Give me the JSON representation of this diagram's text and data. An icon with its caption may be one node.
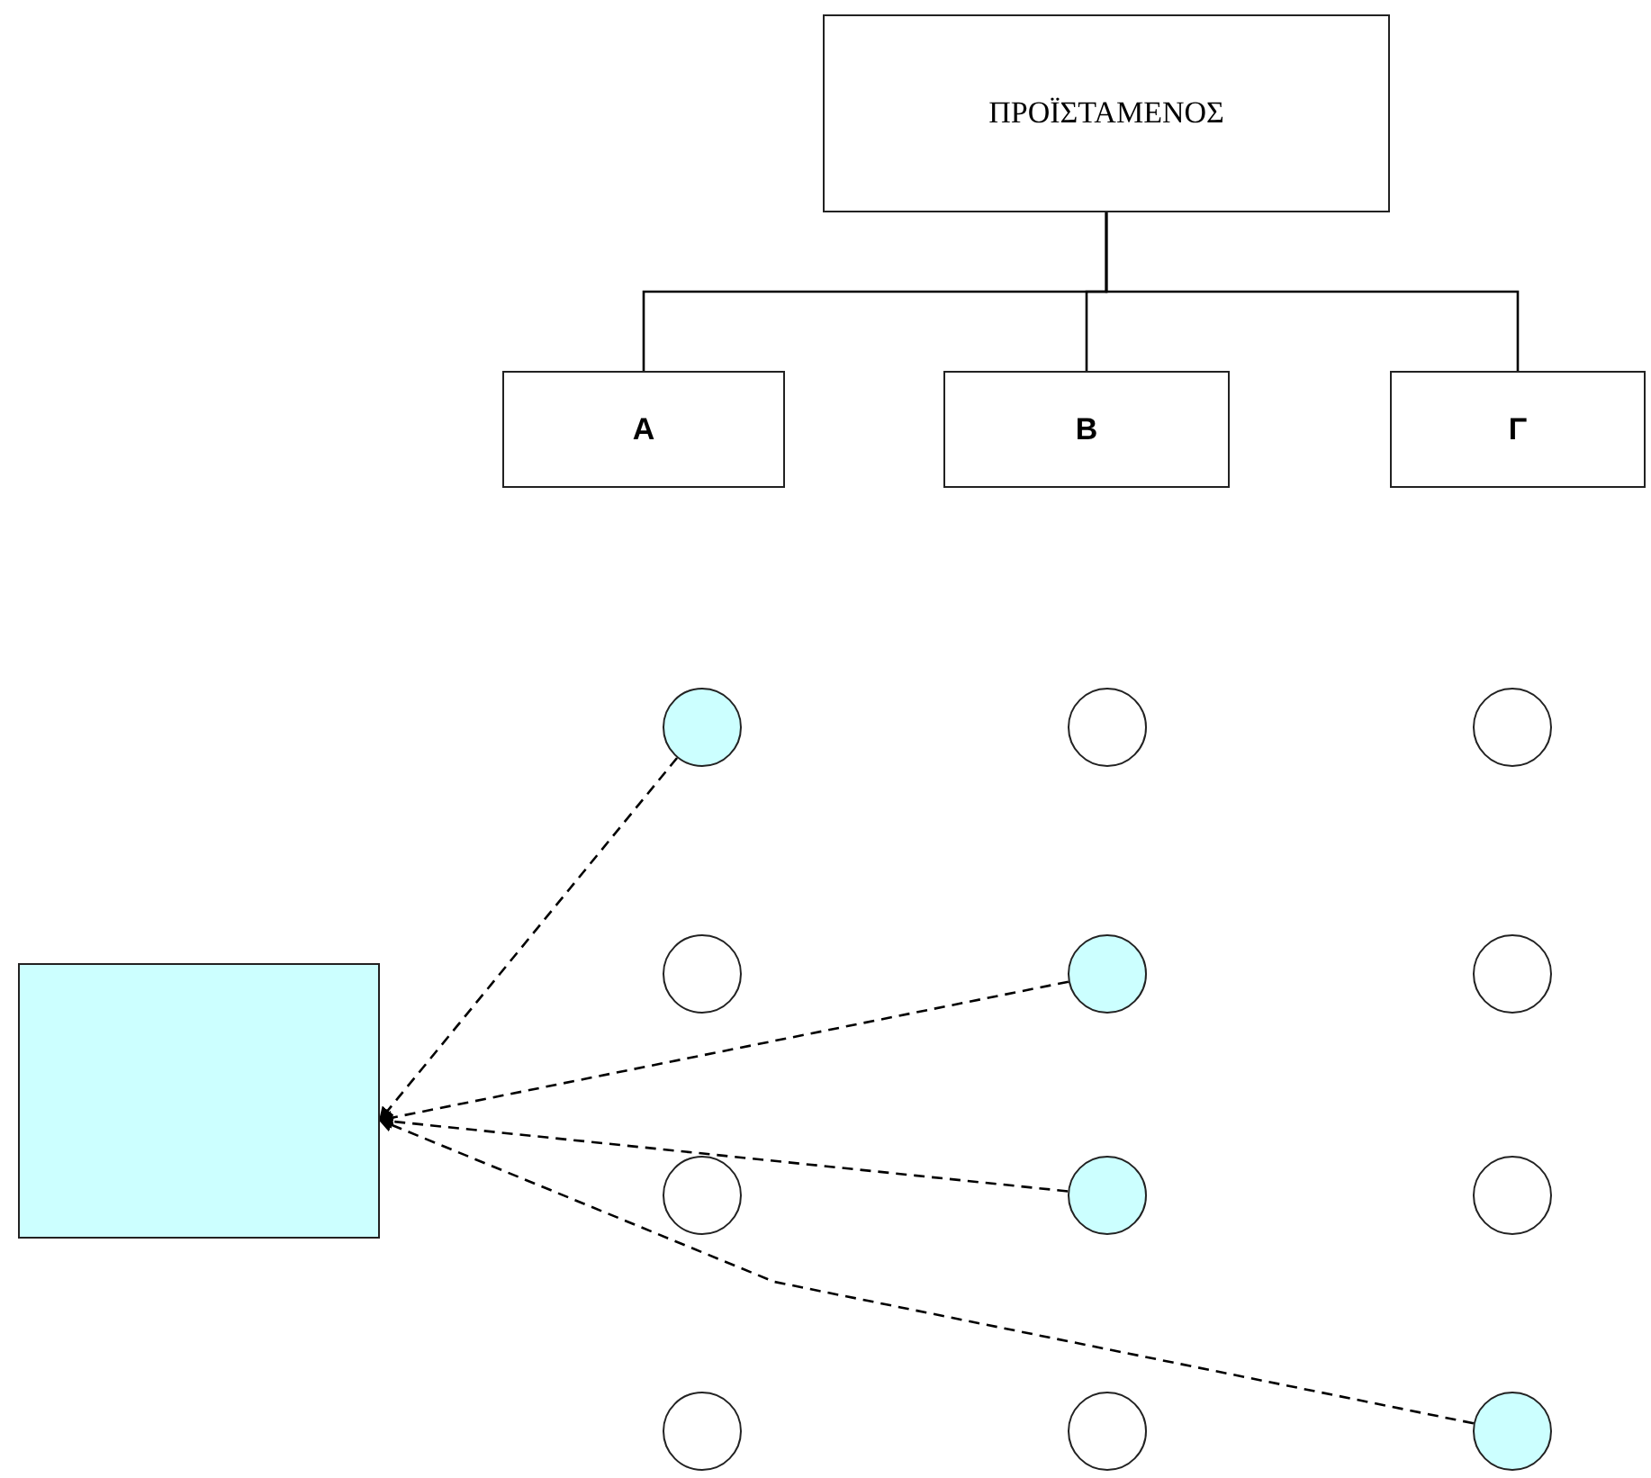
{
  "diagram": {
    "nodes": [
      {
        "text": [
          "ΠΡΟΪΣΤΑΜΕΝΟΣ"
        ]
      },
      {
        "text": [
          "Α"
        ]
      },
      {
        "text": [
          "Β"
        ]
      },
      {
        "text": [
          "Γ"
        ]
      },
      {
        "text": [],
        "shape": "circle"
      },
      {
        "text": [],
        "shape": "circle"
      },
      {
        "text": [],
        "shape": "circle"
      },
      {
        "text": [],
        "shape": "circle"
      },
      {
        "text": [],
        "shape": "circle"
      },
      {
        "text": [],
        "shape": "circle"
      },
      {
        "text": [],
        "shape": "circle"
      },
      {
        "text": [],
        "shape": "circle"
      },
      {
        "text": [],
        "shape": "circle"
      },
      {
        "text": [],
        "shape": "circle"
      },
      {
        "text": [],
        "shape": "circle"
      },
      {
        "text": [],
        "shape": "circle"
      },
      {
        "text": [],
        "shape": "box"
      }
    ],
    "edges": [
      {
        "from": 0,
        "to": 1,
        "arrow": "none"
      },
      {
        "from": 0,
        "to": 2,
        "arrow": "none"
      },
      {
        "from": 0,
        "to": 3,
        "arrow": "none"
      },
      {
        "from": 4,
        "to": 16,
        "arrow": "to",
        "style": "dashed"
      },
      {
        "from": 8,
        "to": 16,
        "arrow": "to",
        "style": "dashed"
      },
      {
        "from": 11,
        "to": 16,
        "arrow": "to",
        "style": "dashed"
      },
      {
        "from": 15,
        "to": 16,
        "arrow": "to",
        "style": "dashed"
      }
    ]
  }
}
